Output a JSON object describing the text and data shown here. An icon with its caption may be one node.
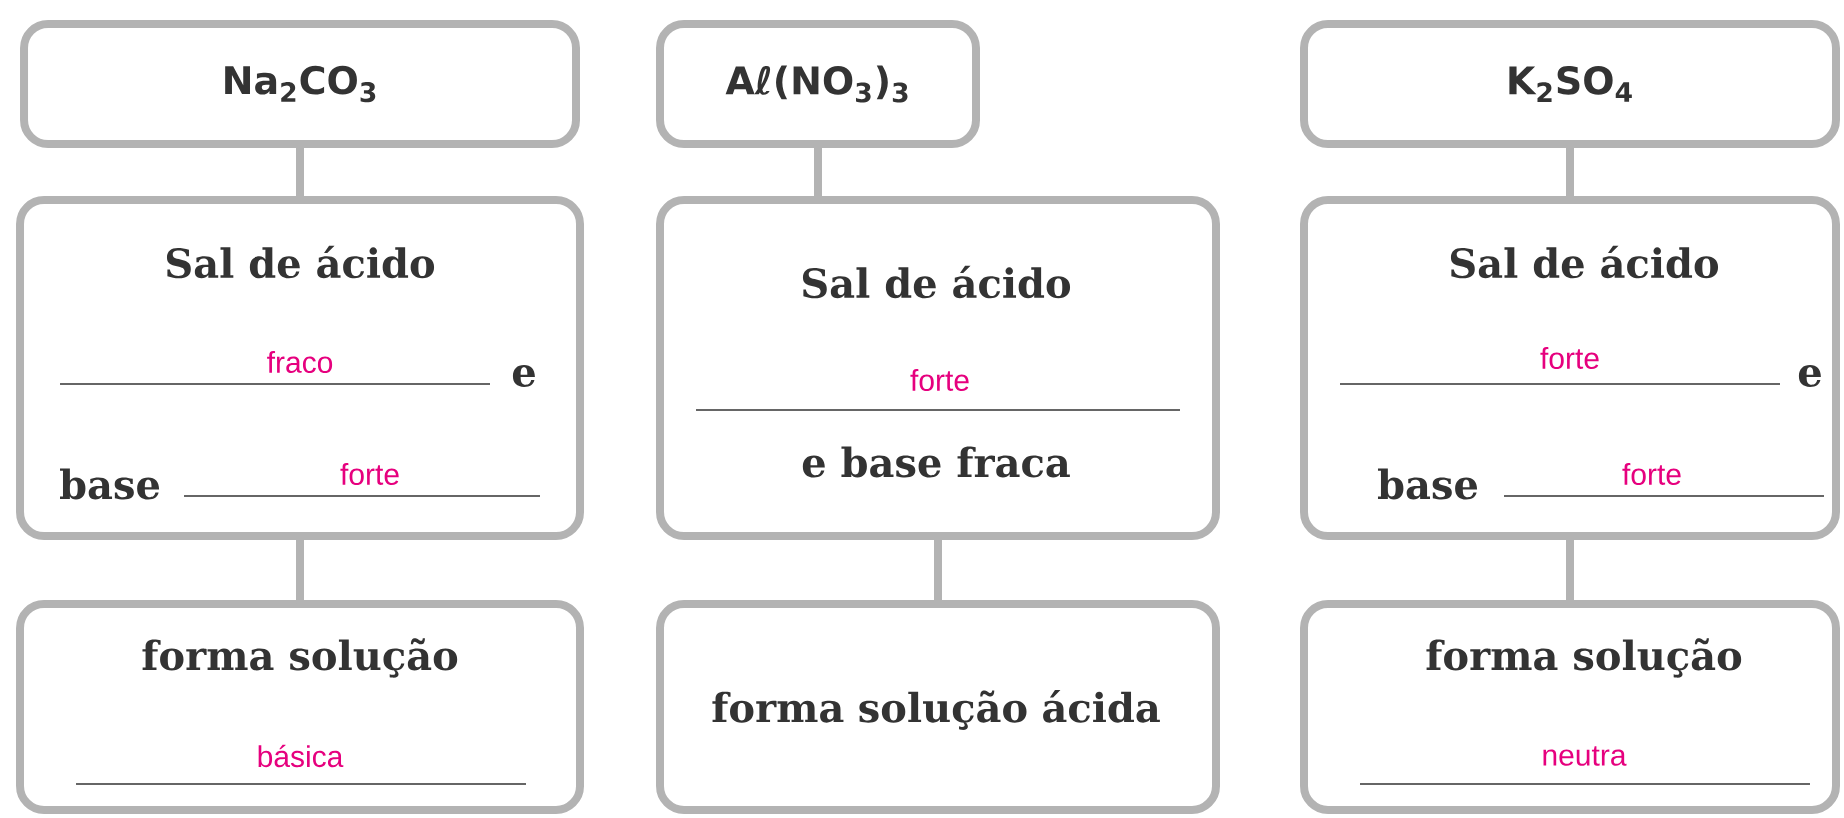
{
  "diagram": {
    "nodes": [
      {
        "text": [
          "Na$_{2}$CO$_{3}$"
        ]
      },
      {
        "text": [
          "Aℓ(NO$_{3}$)$_{3}$"
        ]
      },
      {
        "text": [
          "K$_{2}$SO$_{4}$"
        ]
      },
      {
        "text": [
          "Sal de ácido",
          "fraco",
          "e",
          "base",
          "forte"
        ]
      },
      {
        "text": [
          "Sal de ácido",
          "forte",
          "e base fraca"
        ]
      },
      {
        "text": [
          "Sal de ácido",
          "forte",
          "e",
          "base",
          "forte"
        ]
      },
      {
        "text": [
          "forma solução",
          "básica"
        ]
      },
      {
        "text": [
          "forma solução ácida"
        ]
      },
      {
        "text": [
          "forma solução",
          "neutra"
        ]
      }
    ],
    "edges": [
      {
        "from": 0,
        "to": 3,
        "arrow": "none"
      },
      {
        "from": 3,
        "to": 6,
        "arrow": "none"
      },
      {
        "from": 1,
        "to": 4,
        "arrow": "none"
      },
      {
        "from": 4,
        "to": 7,
        "arrow": "none"
      },
      {
        "from": 2,
        "to": 5,
        "arrow": "none"
      },
      {
        "from": 5,
        "to": 8,
        "arrow": "none"
      }
    ]
  }
}
